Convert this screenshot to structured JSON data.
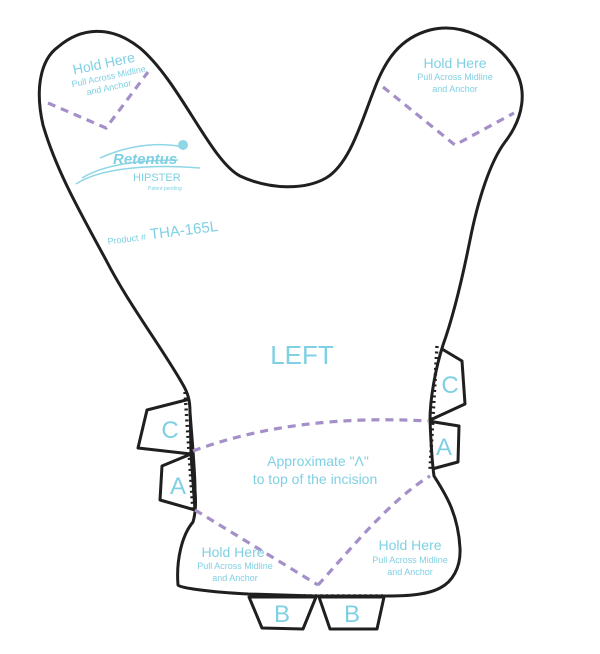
{
  "colors": {
    "outline": "#1f1f1f",
    "text": "#7fd0e3",
    "dashes": "#a48fc9",
    "logo": "#8fd6e6"
  },
  "logo": {
    "brand": "Retentus",
    "product_name": "HIPSTER",
    "tagline": "Patent pending"
  },
  "product": {
    "prefix": "Product #",
    "code": "THA-165L"
  },
  "side_label": "LEFT",
  "hold_labels": {
    "top_left": {
      "title": "Hold Here",
      "line1": "Pull Across Midline",
      "line2": "and  Anchor"
    },
    "top_right": {
      "title": "Hold Here",
      "line1": "Pull Across Midline",
      "line2": "and  Anchor"
    },
    "bottom_left": {
      "title": "Hold Here",
      "line1": "Pull Across Midline",
      "line2": "and  Anchor"
    },
    "bottom_right": {
      "title": "Hold Here",
      "line1": "Pull Across Midline",
      "line2": "and  Anchor"
    }
  },
  "instruction": {
    "line1": "Approximate \"Λ\"",
    "line2": "to top of the incision"
  },
  "tabs": {
    "left_c": "C",
    "left_a": "A",
    "right_c": "C",
    "right_a": "A",
    "bottom_b_left": "B",
    "bottom_b_right": "B"
  }
}
